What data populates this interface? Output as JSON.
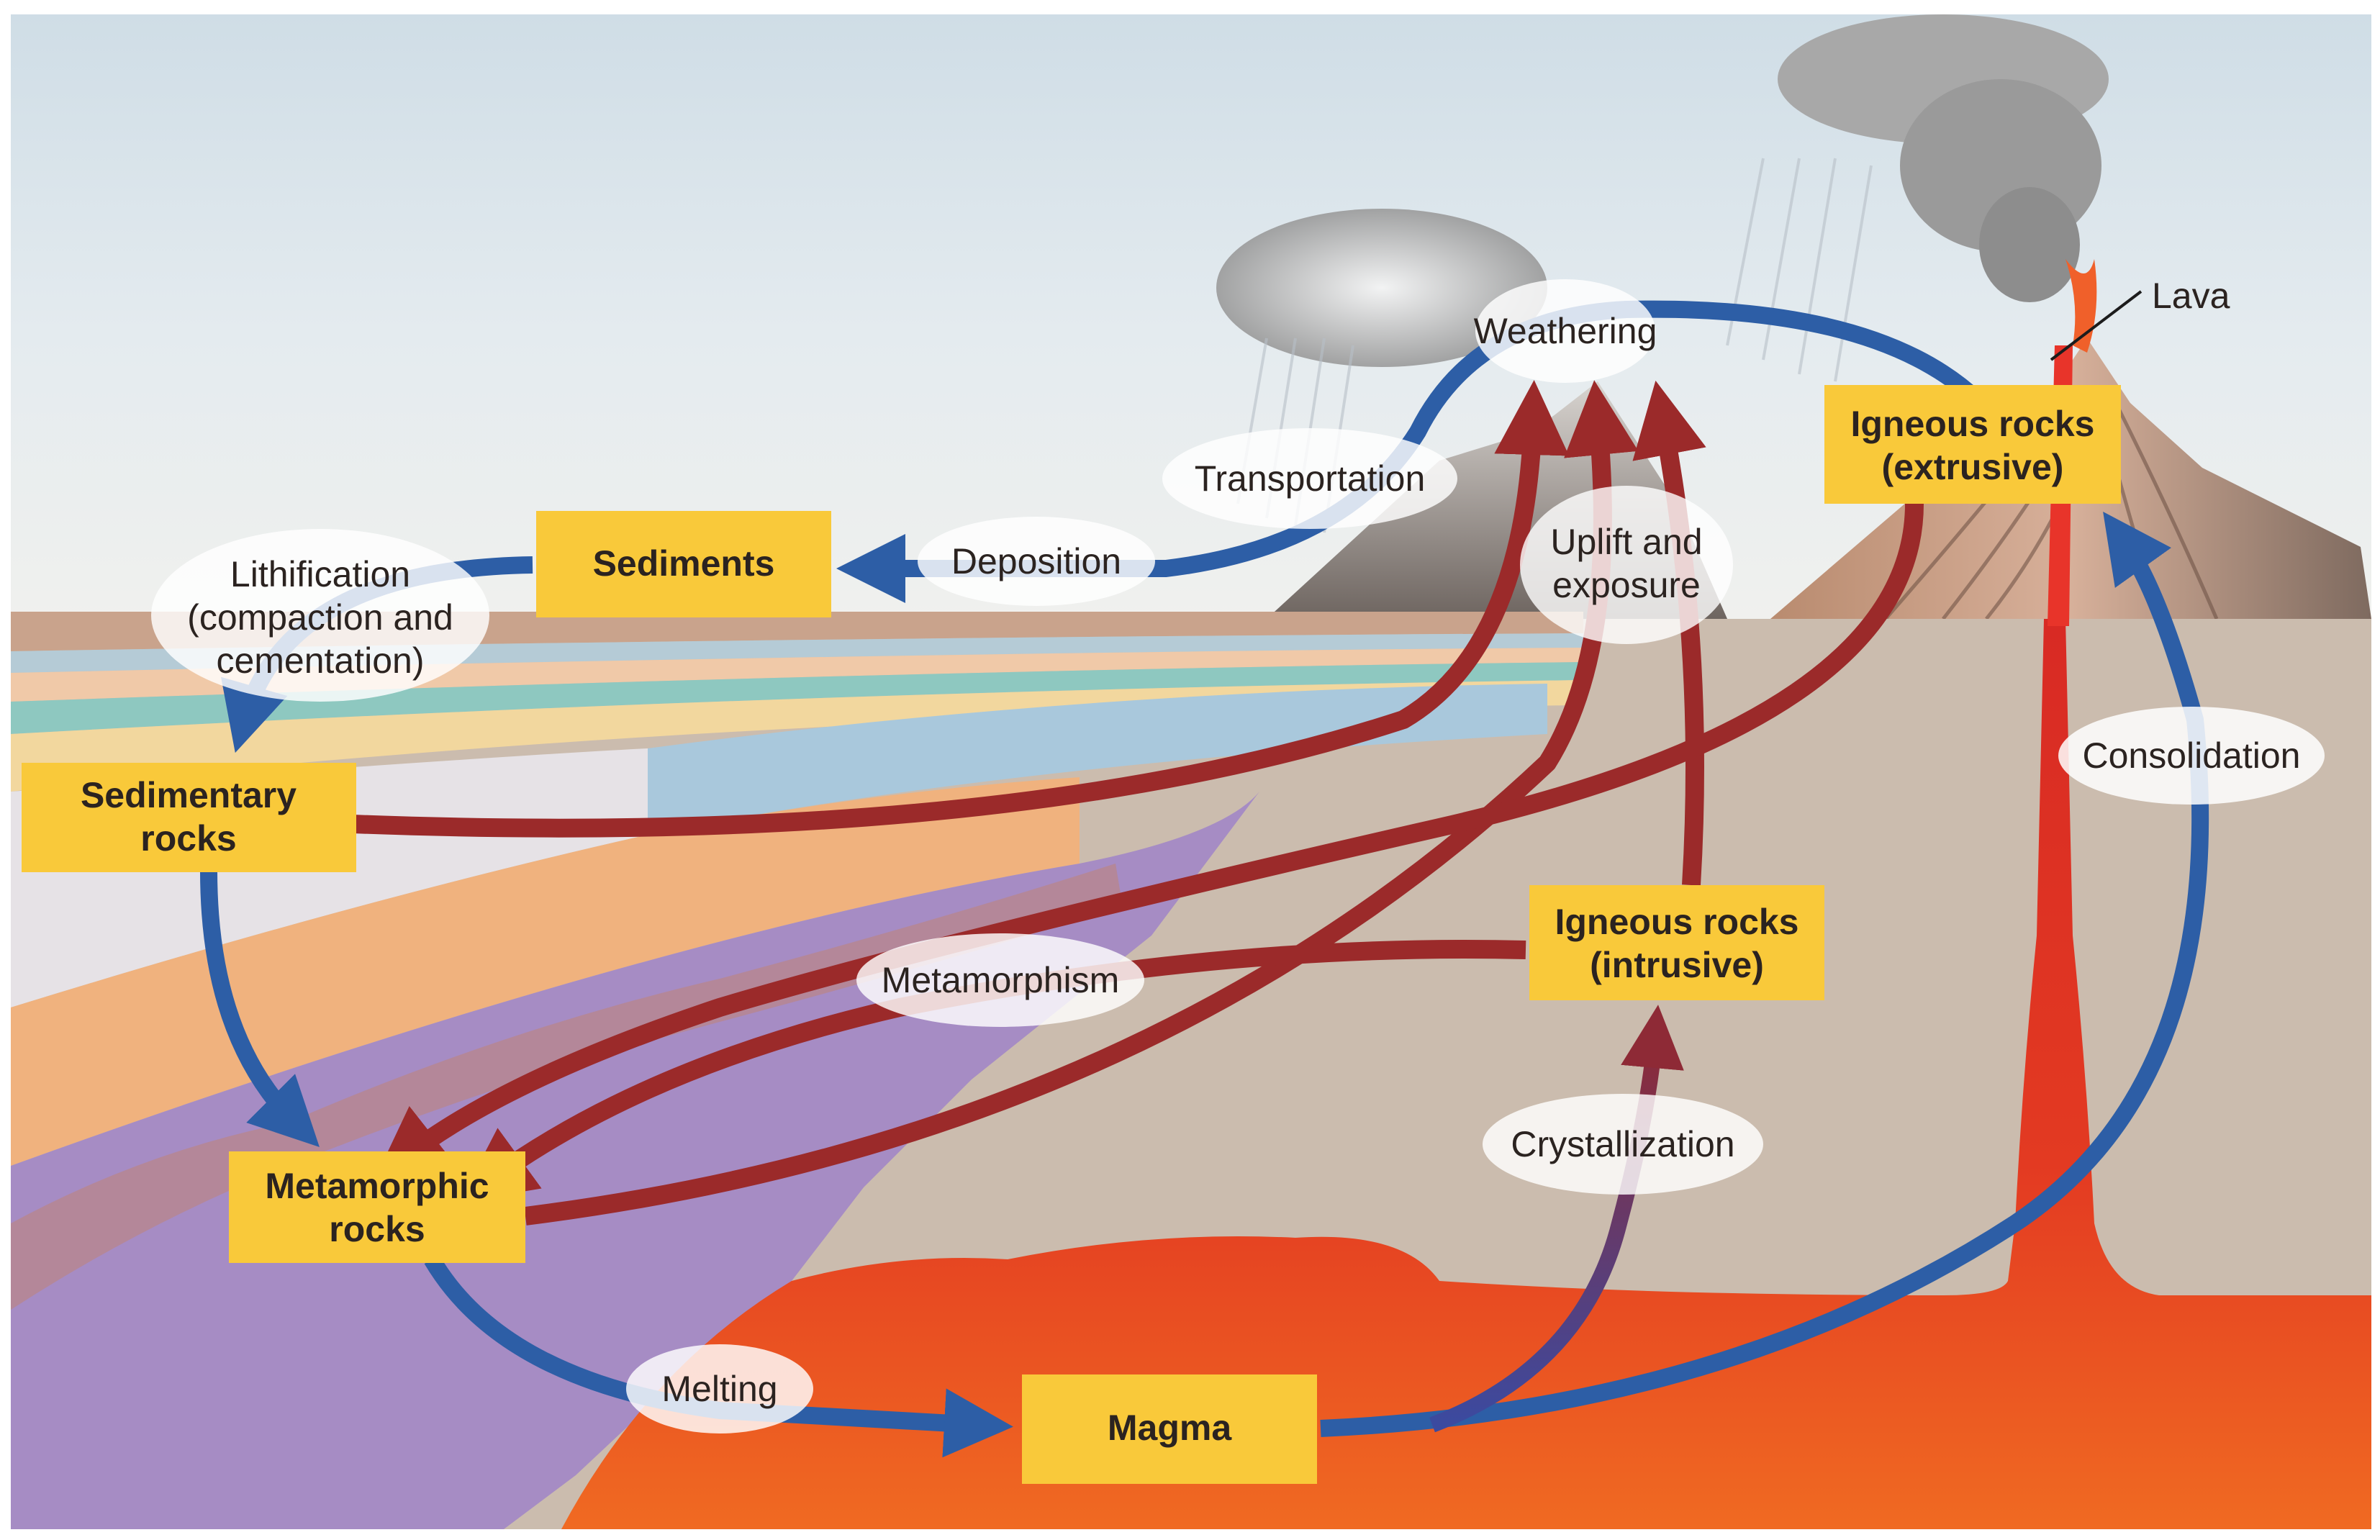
{
  "diagram": {
    "title": "Rock cycle",
    "colors": {
      "box_fill": "#f9c93a",
      "process_blue": "#2d5ea6",
      "process_red": "#9b2a2a",
      "oval_fill": "#ffffff",
      "magma": "#e0322a",
      "sky": "#dfe8ee",
      "crust": "#c8b8a8"
    },
    "boxes": [
      {
        "id": "sediments",
        "lines": [
          "Sediments"
        ]
      },
      {
        "id": "sedimentary",
        "lines": [
          "Sedimentary",
          "rocks"
        ]
      },
      {
        "id": "metamorphic",
        "lines": [
          "Metamorphic",
          "rocks"
        ]
      },
      {
        "id": "magma",
        "lines": [
          "Magma"
        ]
      },
      {
        "id": "igneous_intrusive",
        "lines": [
          "Igneous rocks",
          "(intrusive)"
        ]
      },
      {
        "id": "igneous_extrusive",
        "lines": [
          "Igneous rocks",
          "(extrusive)"
        ]
      }
    ],
    "processes": [
      {
        "id": "weathering",
        "lines": [
          "Weathering"
        ]
      },
      {
        "id": "transportation",
        "lines": [
          "Transportation"
        ]
      },
      {
        "id": "deposition",
        "lines": [
          "Deposition"
        ]
      },
      {
        "id": "lithification",
        "lines": [
          "Lithification",
          "(compaction and",
          "cementation)"
        ]
      },
      {
        "id": "uplift",
        "lines": [
          "Uplift and",
          "exposure"
        ]
      },
      {
        "id": "metamorphism",
        "lines": [
          "Metamorphism"
        ]
      },
      {
        "id": "crystallization",
        "lines": [
          "Crystallization"
        ]
      },
      {
        "id": "melting",
        "lines": [
          "Melting"
        ]
      },
      {
        "id": "consolidation",
        "lines": [
          "Consolidation"
        ]
      }
    ],
    "callouts": [
      {
        "id": "lava",
        "text": "Lava"
      }
    ]
  }
}
